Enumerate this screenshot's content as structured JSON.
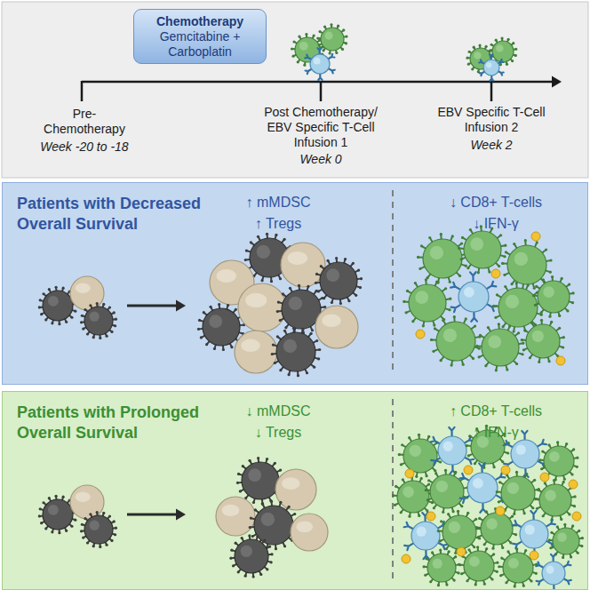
{
  "diagram": {
    "nodes": [
      {
        "text": [
          "Chemotherapy",
          "Gemcitabine + Carboplatin"
        ]
      },
      {
        "text": [
          "Patients with Decreased Overall Survival",
          "↑ mMDSC",
          "↑ Tregs",
          "↓ CD8+ T-cells",
          "↓ IFN-γ"
        ]
      },
      {
        "text": [
          "Patients with Prolonged Overall Survival",
          "↓ mMDSC",
          "↓ Tregs",
          "↑ CD8+ T-cells",
          "↑ IFN-γ"
        ]
      }
    ],
    "labels": [
      "Pre-Chemotherapy",
      "Week -20 to -18",
      "Post Chemotherapy/ EBV Specific T-Cell Infusion 1",
      "Week 0",
      "EBV Specific T-Cell Infusion 2",
      "Week 2"
    ]
  }
}
